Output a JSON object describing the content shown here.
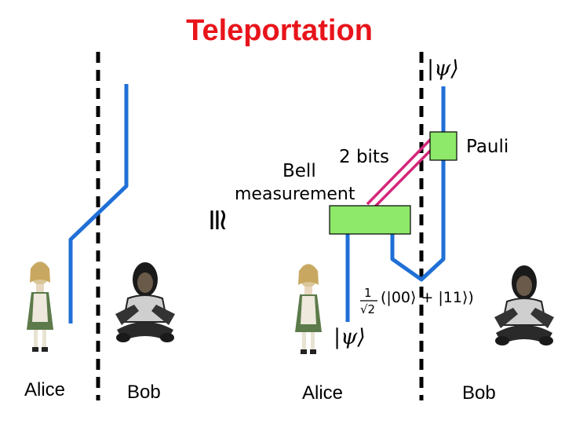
{
  "title": "Teleportation",
  "labels": {
    "alice_left": "Alice",
    "bob_left": "Bob",
    "alice_right": "Alice",
    "bob_right": "Bob",
    "bell_line1": "Bell",
    "bell_line2": "measurement",
    "two_bits": "2 bits",
    "pauli": "Pauli",
    "equiv_symbol": "≅",
    "psi_top": "|ψ⟩",
    "psi_bottom": "|ψ⟩",
    "epr_state": "(|00⟩ + |11⟩)",
    "epr_frac_num": "1",
    "epr_frac_den": "√2"
  },
  "colors": {
    "title": "#e8141b",
    "wire": "#1f6fd6",
    "box_fill": "#8ee86a",
    "classical": "#d4267a"
  },
  "icons": {
    "alice": "alice-figure-icon",
    "bob": "bob-figure-icon"
  }
}
